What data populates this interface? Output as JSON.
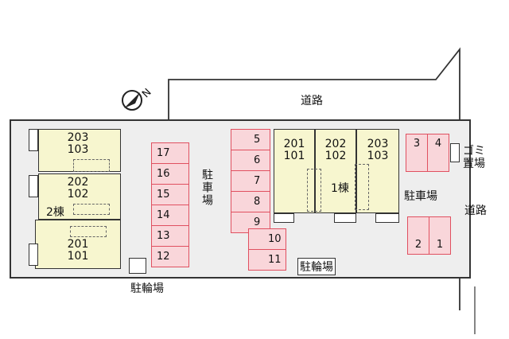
{
  "labels": {
    "road_top": "道路",
    "road_right": "道路",
    "parking_center": "駐車場",
    "parking_right": "駐車場",
    "bike_bottom_left": "駐輪場",
    "bike_center": "駐輪場",
    "garbage": "ゴミ置場",
    "compass_letter": "N"
  },
  "building1": {
    "name": "1棟",
    "units": [
      {
        "upper": "201",
        "lower": "101"
      },
      {
        "upper": "202",
        "lower": "102"
      },
      {
        "upper": "203",
        "lower": "103"
      }
    ]
  },
  "building2": {
    "name": "2棟",
    "units": [
      {
        "upper": "203",
        "lower": "103"
      },
      {
        "upper": "202",
        "lower": "102"
      },
      {
        "upper": "201",
        "lower": "101"
      }
    ]
  },
  "parking_left_column": [
    "17",
    "16",
    "15",
    "14",
    "13",
    "12"
  ],
  "parking_middle_column": [
    "5",
    "6",
    "7",
    "8",
    "9"
  ],
  "parking_middle_bottom": [
    "10",
    "11"
  ],
  "parking_right_top": [
    "3",
    "4"
  ],
  "parking_right_bottom": [
    "2",
    "1"
  ],
  "colors": {
    "building_fill": "#f7f6cf",
    "parking_fill": "#f9d6da",
    "parking_border": "#e05060",
    "lot_fill": "#eeeeee"
  }
}
